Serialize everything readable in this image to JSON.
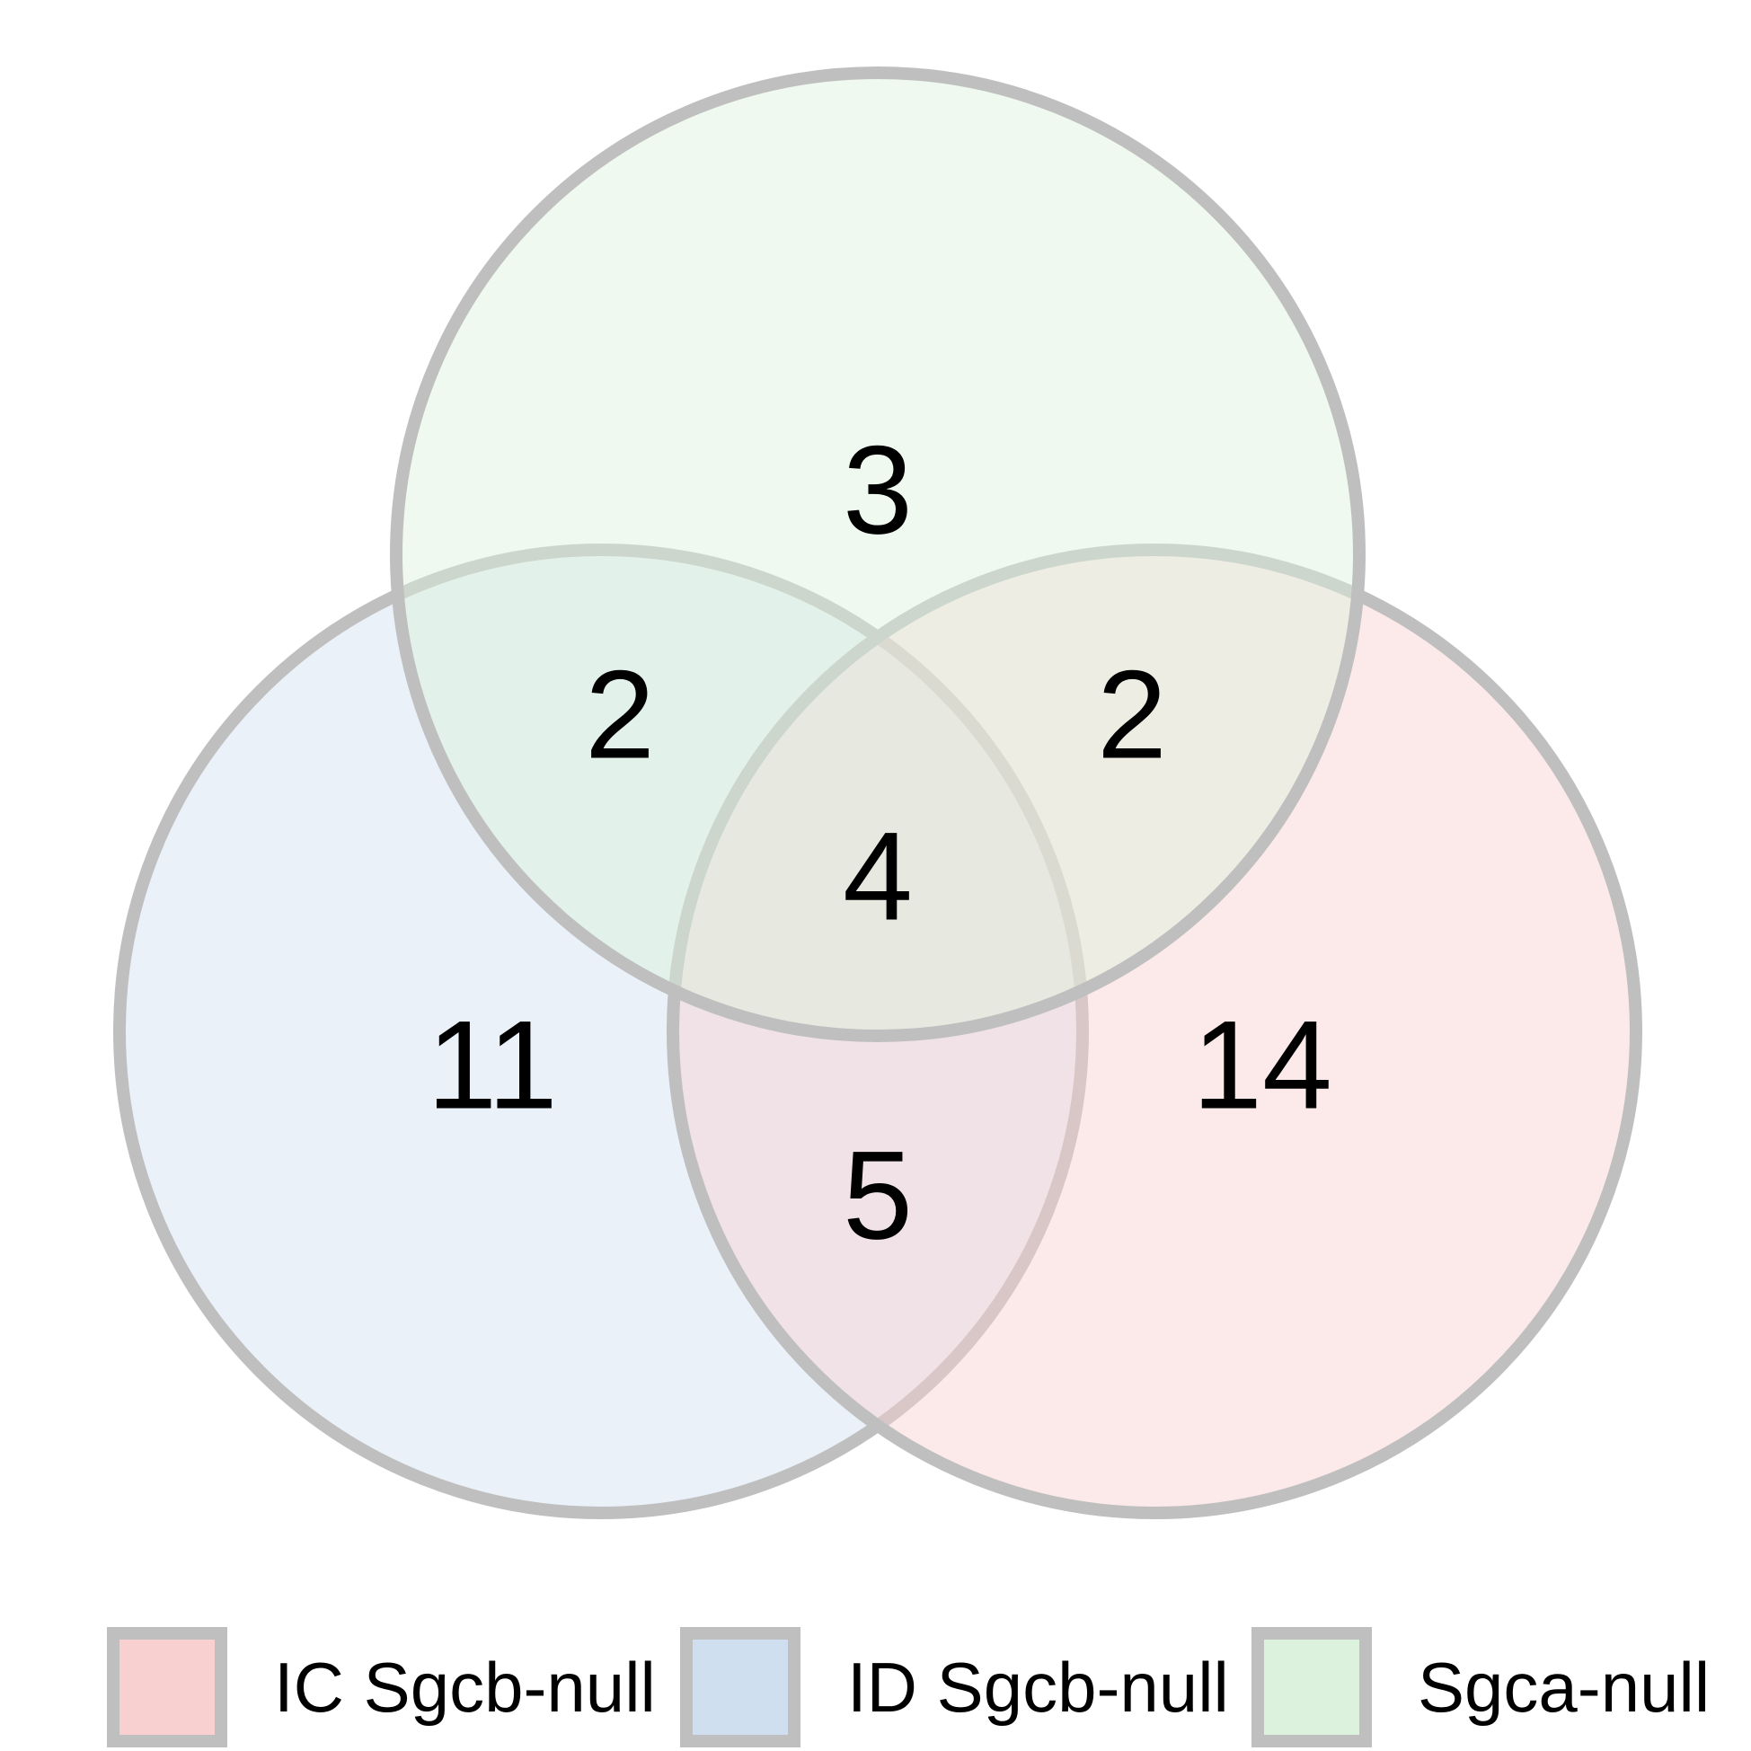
{
  "sets": [
    {
      "id": "ic",
      "name": "IC Sgcb-null",
      "color": "#f8d0d0"
    },
    {
      "id": "id",
      "name": "ID Sgcb-null",
      "color": "#d0dff0"
    },
    {
      "id": "sgca",
      "name": "Sgca-null",
      "color": "#dcf2dc"
    }
  ],
  "regions": {
    "sgca_only": "3",
    "id_sgca": "2",
    "ic_sgca": "2",
    "all_three": "4",
    "id_only": "11",
    "ic_only": "14",
    "ic_id": "5"
  },
  "colors": {
    "outline": "#bfbfbf",
    "text": "#000000"
  }
}
